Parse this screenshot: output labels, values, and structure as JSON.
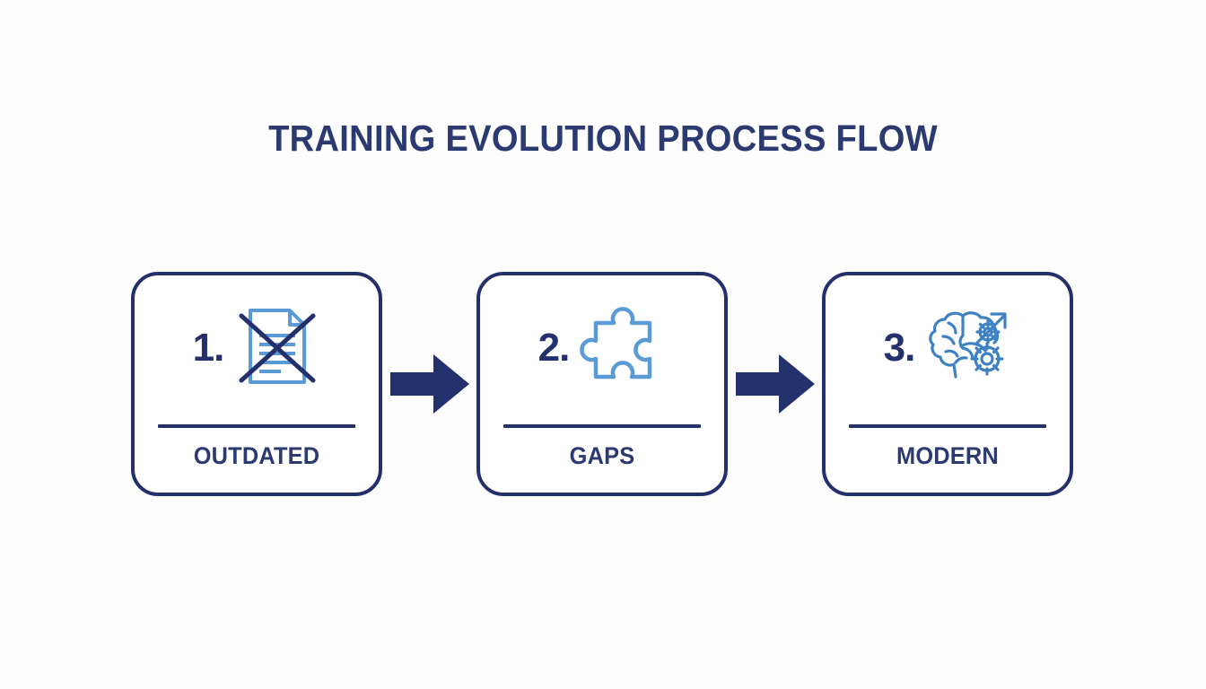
{
  "page": {
    "title": "TRAINING EVOLUTION PROCESS FLOW",
    "background_color": "#fdfdfe",
    "navy": "#23306b",
    "title_color": "#2b3a70",
    "icon_blue": "#5b9bd5",
    "icon_blue_dark": "#3f82c4"
  },
  "flow": {
    "steps": [
      {
        "number": "1.",
        "label": "OUTDATED",
        "icon": "crossed-out-document-icon"
      },
      {
        "number": "2.",
        "label": "GAPS",
        "icon": "puzzle-piece-icon"
      },
      {
        "number": "3.",
        "label": "MODERN",
        "icon": "brain-gears-growth-icon"
      }
    ],
    "connectors": [
      {
        "icon": "arrow-right-icon"
      },
      {
        "icon": "arrow-right-icon"
      }
    ]
  }
}
